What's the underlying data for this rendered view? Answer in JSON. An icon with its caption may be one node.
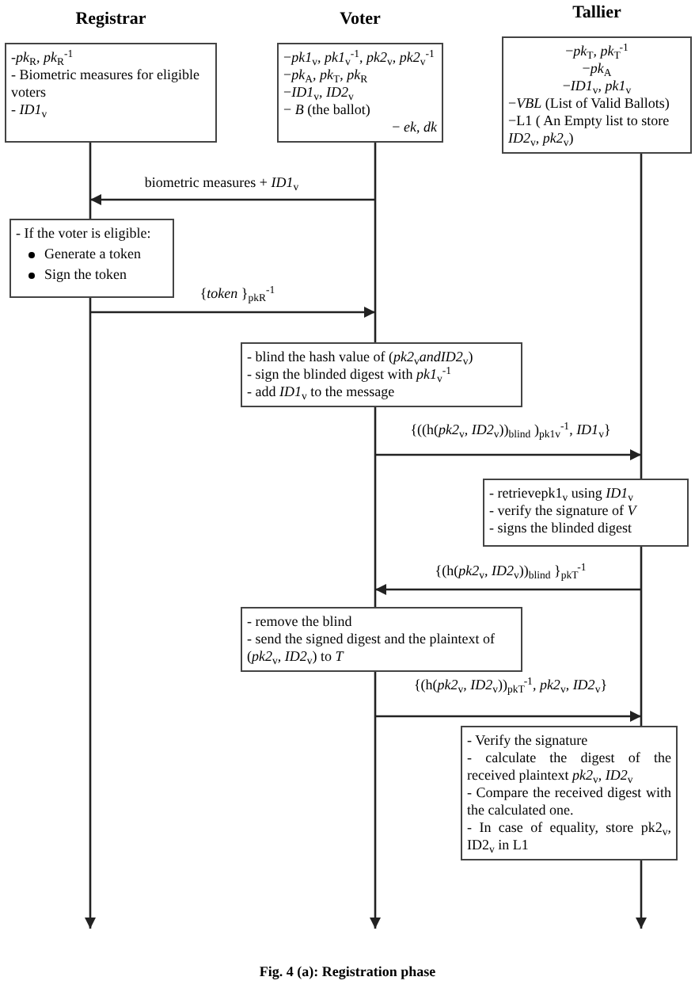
{
  "diagram": {
    "caption": "Fig. 4 (a): Registration phase",
    "nodes": [
      {
        "text": [
          "Registrar",
          "-*pk*$_{R}$, *pk*$_{R}$$^{-1}$",
          "- Biometric measures for eligible voters",
          "- *ID1*$_{v}$"
        ]
      },
      {
        "text": [
          "Voter",
          "−*pk1*$_{v}$, *pk1*$_{v}$$^{-1}$, *pk2*$_{v}$,  *pk2*$_{v}$$^{-1}$",
          "−*pk*$_{A}$, *pk*$_{T}$, *pk*$_{R}$",
          "−*ID1*$_{v}$, *ID2*$_{v}$",
          "− *B* (the ballot)",
          "− *ek*, *dk*"
        ]
      },
      {
        "text": [
          "Tallier",
          "−*pk*$_{T}$, *pk*$_{T}$$^{-1}$",
          "−*pk*$_{A}$",
          "−*ID1*$_{v}$, *pk1*$_{v}$",
          "−*VBL*  (List of Valid Ballots)",
          "−L1  ( An Empty list to store *ID2*$_{v}$, *pk2*$_{v}$)"
        ]
      },
      {
        "text": [
          "- If the voter is eligible:",
          "Generate a token",
          "Sign the token"
        ]
      },
      {
        "text": [
          "- blind the hash value of  (*pk2*$_{v}$*andID2*$_{v}$)",
          "- sign the blinded digest with *pk1*$_{v}$$^{-1}$",
          "-  add *ID1*$_{v}$ to the message"
        ]
      },
      {
        "text": [
          "- retrievepk1$_{v}$ using *ID1*$_{v}$",
          "- verify the signature of *V*",
          "- signs the blinded digest"
        ]
      },
      {
        "text": [
          "- remove the blind",
          "- send the signed digest and the plaintext of (*pk2*$_{v}$, *ID2*$_{v}$) to *T*"
        ]
      },
      {
        "text": [
          "- Verify the signature",
          "- calculate the digest of the received plaintext *pk2*$_{v}$, *ID2*$_{v}$",
          "- Compare the received digest with the calculated one.",
          "- In case of equality, store pk2$_{v}$, ID2$_{v}$ in L1"
        ]
      }
    ],
    "edges": [
      {
        "from": 0,
        "to": 3,
        "arrow": "none"
      },
      {
        "from": 3,
        "to": null,
        "arrow": "to"
      },
      {
        "from": 1,
        "to": 4,
        "arrow": "none"
      },
      {
        "from": 4,
        "to": 6,
        "arrow": "none"
      },
      {
        "from": 6,
        "to": null,
        "arrow": "to"
      },
      {
        "from": 2,
        "to": 5,
        "arrow": "none"
      },
      {
        "from": 5,
        "to": 7,
        "arrow": "none"
      },
      {
        "from": 7,
        "to": null,
        "arrow": "to"
      },
      {
        "from": 1,
        "to": 3,
        "arrow": "to",
        "label": "biometric measures + *ID1*$_{v}$"
      },
      {
        "from": 3,
        "to": 4,
        "arrow": "to",
        "label": "{*token* }$_{pk}$$_{R}$$^{-1}$"
      },
      {
        "from": 4,
        "to": 5,
        "arrow": "to",
        "label": "{((h(*pk2*$_{v}$, *ID2*$_{v}$))$_{blind}$ )$_{pk1}$$_{v}$$^{-1}$, *ID1*$_{v}$}"
      },
      {
        "from": 5,
        "to": 6,
        "arrow": "to",
        "label": "{(h(*pk2*$_{v}$, *ID2*$_{v}$))$_{blind}$ }$_{pk}$$_{T}$$^{-1}$"
      },
      {
        "from": 6,
        "to": 7,
        "arrow": "to",
        "label": "{(h(*pk2*$_{v}$, *ID2*$_{v}$))$_{pk}$$_{T}$$^{-1}$, *pk2*$_{v}$, *ID2*$_{v}$}"
      }
    ]
  }
}
